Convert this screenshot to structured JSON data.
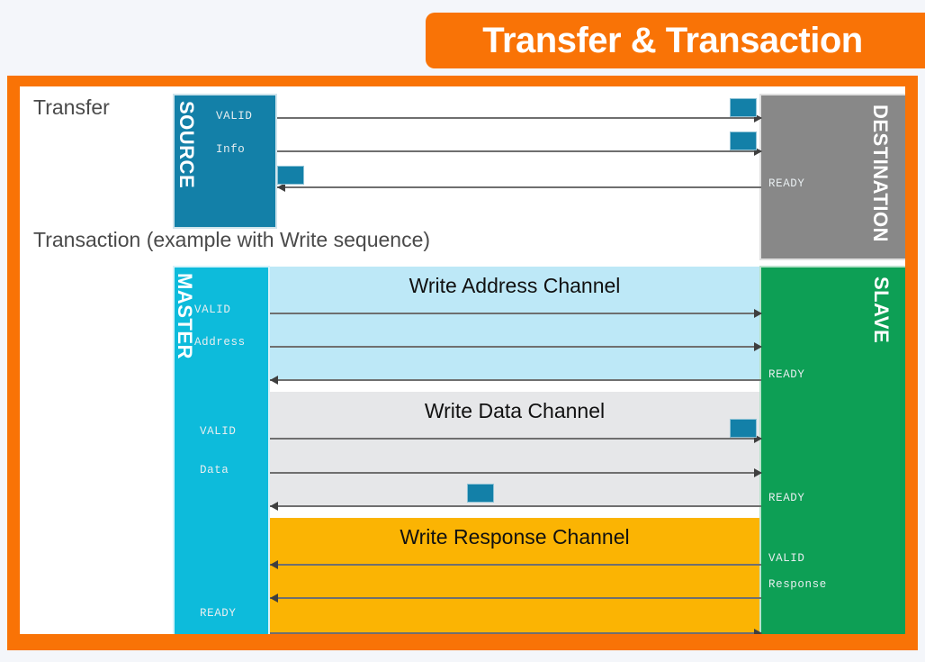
{
  "banner": {
    "title": "Transfer & Transaction",
    "background_color": "#f97306",
    "text_color": "#ffffff"
  },
  "page": {
    "background_color": "#f4f6fa",
    "frame_color": "#f97306",
    "canvas_color": "#ffffff"
  },
  "sections": {
    "transfer_label": "Transfer",
    "transaction_label": "Transaction (example with Write sequence)"
  },
  "transfer": {
    "source": {
      "name": "SOURCE",
      "color": "#1380a8",
      "signals": [
        "VALID",
        "Info"
      ]
    },
    "destination": {
      "name": "DESTINATION",
      "color": "#888888",
      "signals": [
        "READY"
      ]
    },
    "arrows": [
      {
        "signal": "VALID",
        "direction": "right",
        "marker": true
      },
      {
        "signal": "Info",
        "direction": "right",
        "marker": true
      },
      {
        "signal": "READY",
        "direction": "left",
        "marker": true
      }
    ]
  },
  "transaction": {
    "master": {
      "name": "MASTER",
      "color": "#0dbbdb",
      "signals": [
        "VALID",
        "Address",
        "VALID",
        "Data",
        "READY"
      ]
    },
    "slave": {
      "name": "SLAVE",
      "color": "#0d9f55",
      "signals": [
        "READY",
        "READY",
        "VALID",
        "Response"
      ]
    },
    "channels": [
      {
        "id": "write-address",
        "title": "Write Address Channel",
        "color": "#bde8f7",
        "arrows": [
          {
            "signal": "VALID",
            "direction": "right"
          },
          {
            "signal": "Address",
            "direction": "right"
          },
          {
            "signal": "READY",
            "direction": "left"
          }
        ]
      },
      {
        "id": "write-data",
        "title": "Write Data Channel",
        "color": "#e6e7e9",
        "arrows": [
          {
            "signal": "VALID",
            "direction": "right",
            "marker": true
          },
          {
            "signal": "Data",
            "direction": "right"
          },
          {
            "signal": "READY",
            "direction": "left",
            "marker": true
          }
        ]
      },
      {
        "id": "write-response",
        "title": "Write Response Channel",
        "color": "#fbb403",
        "arrows": [
          {
            "signal": "VALID",
            "direction": "left"
          },
          {
            "signal": "Response",
            "direction": "left"
          },
          {
            "signal": "READY",
            "direction": "right"
          }
        ]
      }
    ]
  },
  "marker": {
    "color": "#1380a8"
  }
}
